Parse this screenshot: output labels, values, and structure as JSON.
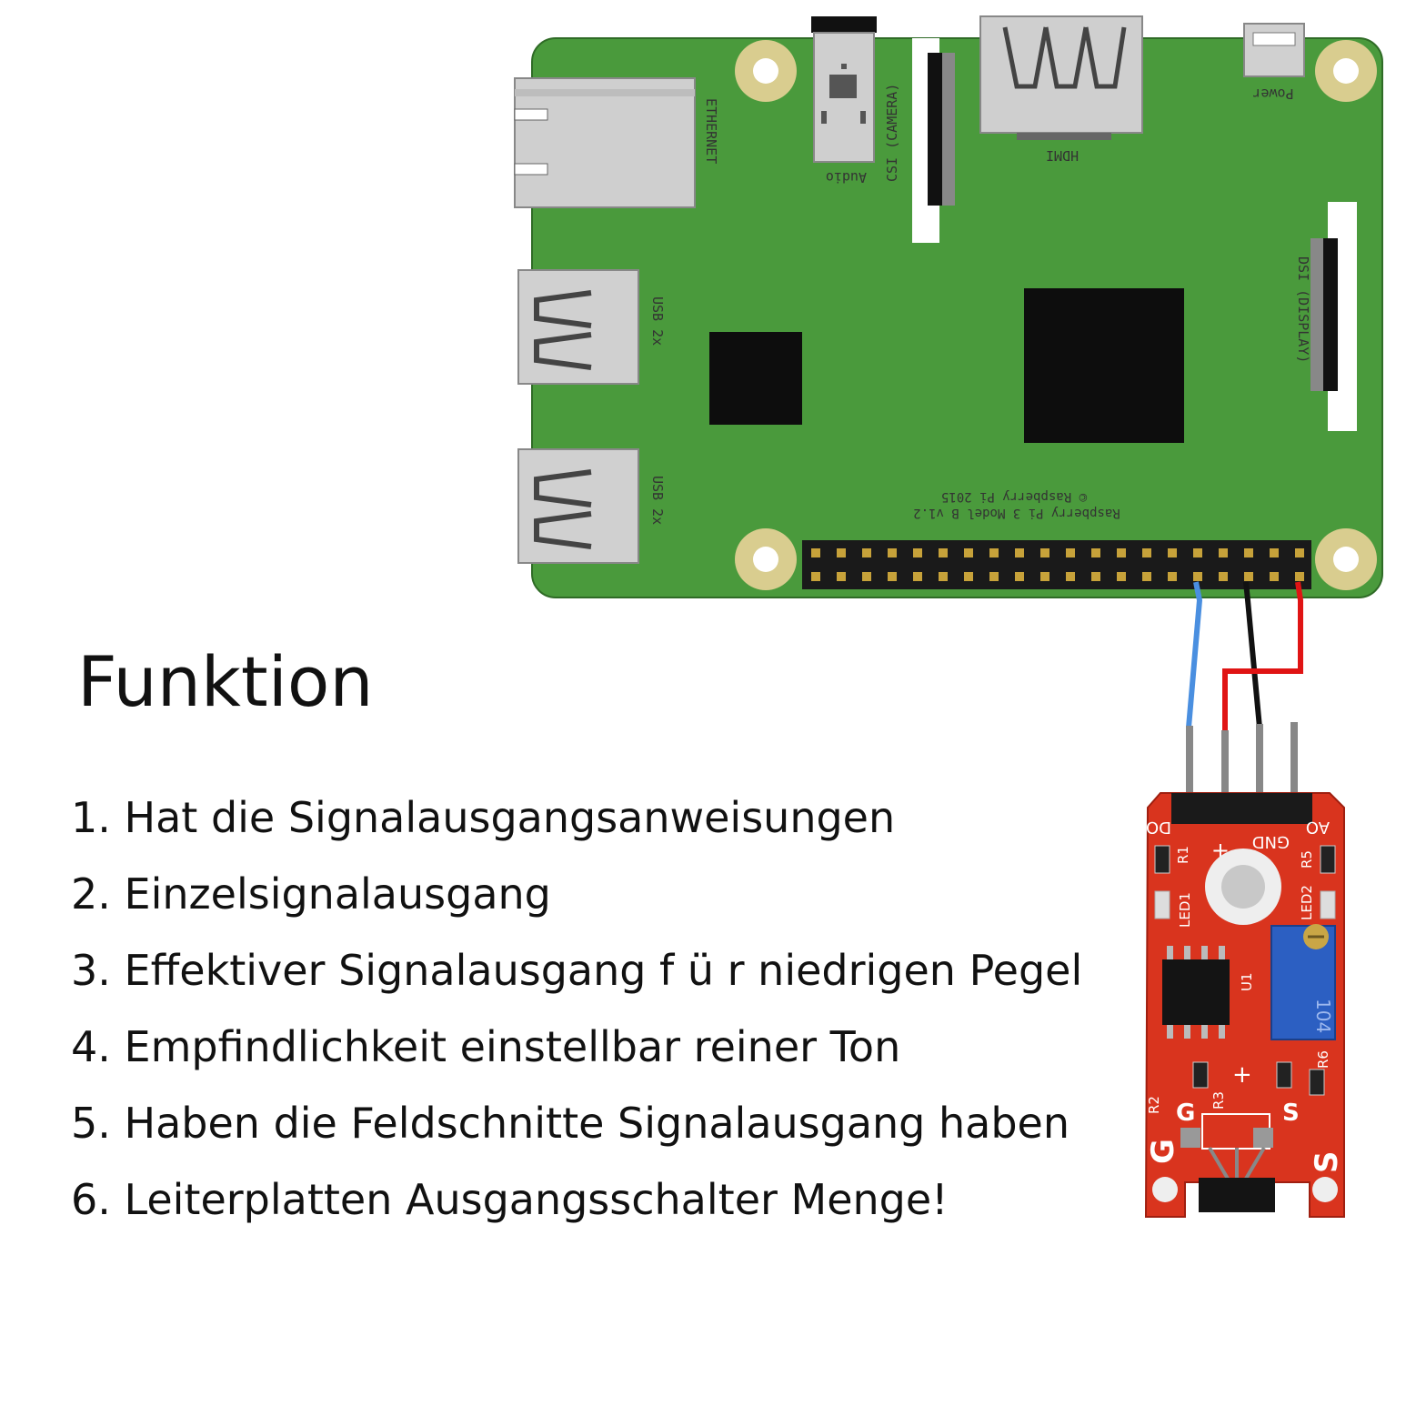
{
  "heading": "Funktion",
  "features": [
    "1. Hat die Signalausgangsanweisungen",
    "2. Einzelsignalausgang",
    "3. Effektiver Signalausgang f ü r niedrigen Pegel",
    "4. Empfindlichkeit einstellbar reiner Ton",
    "5. Haben die Feldschnitte Signalausgang haben",
    "6. Leiterplatten Ausgangsschalter Menge!"
  ],
  "pi_board": {
    "labels": {
      "ethernet": "ETHERNET",
      "audio": "Audio",
      "camera": "CSI (CAMERA)",
      "hdmi": "HDMI",
      "power": "Power",
      "dsi": "DSI (DISPLAY)",
      "usb": "USB 2x",
      "model": "Raspberry Pi 3 Model B v1.2",
      "copyright": "© Raspberry Pi 2015"
    },
    "colors": {
      "board": "#4a9a3c",
      "chip": "#0d0d0d",
      "port": "#c9c9c9"
    }
  },
  "sensor_board": {
    "labels": {
      "gnd": "GND",
      "plus": "+",
      "plus2": "+",
      "ao": "AO",
      "do": "DO",
      "r1": "R1",
      "r2": "R2",
      "r3": "R3",
      "r5": "R5",
      "r6": "R6",
      "led1": "LED1",
      "led2": "LED2",
      "u1": "U1",
      "pot": "104",
      "g1": "G",
      "g2": "G",
      "s1": "S",
      "s2": "S"
    },
    "colors": {
      "board": "#d9341e",
      "pot": "#2c5fc2"
    }
  },
  "wires": {
    "signal": "#4a8fe0",
    "ground": "#111111",
    "power": "#e01414"
  }
}
